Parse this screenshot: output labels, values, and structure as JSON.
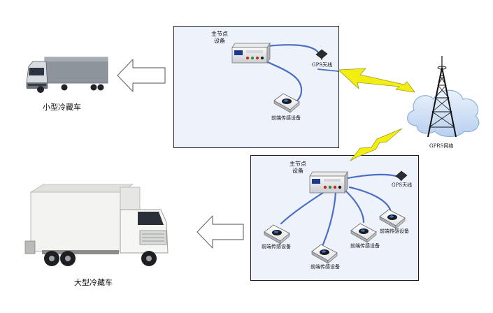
{
  "small_truck": {
    "caption": "小型冷藏车"
  },
  "large_truck": {
    "caption": "大型冷藏车"
  },
  "top_panel": {
    "main_node_label": "主节点\n设备",
    "gps_label": "GPS天线",
    "sensor_label": "前端传感设备"
  },
  "bottom_panel": {
    "main_node_label": "主节点\n设备",
    "gps_label": "GPS天线",
    "sensor_labels": [
      "前端传感设备",
      "前端传感设备",
      "前端传感设备",
      "前端传感设备"
    ]
  },
  "network": {
    "label": "GPRS网络"
  },
  "colors": {
    "cable": "#4a6fc4",
    "panel_bg": "#eef2fb",
    "bolt": "#f2ee12",
    "cloud": "#cfe0f6"
  }
}
